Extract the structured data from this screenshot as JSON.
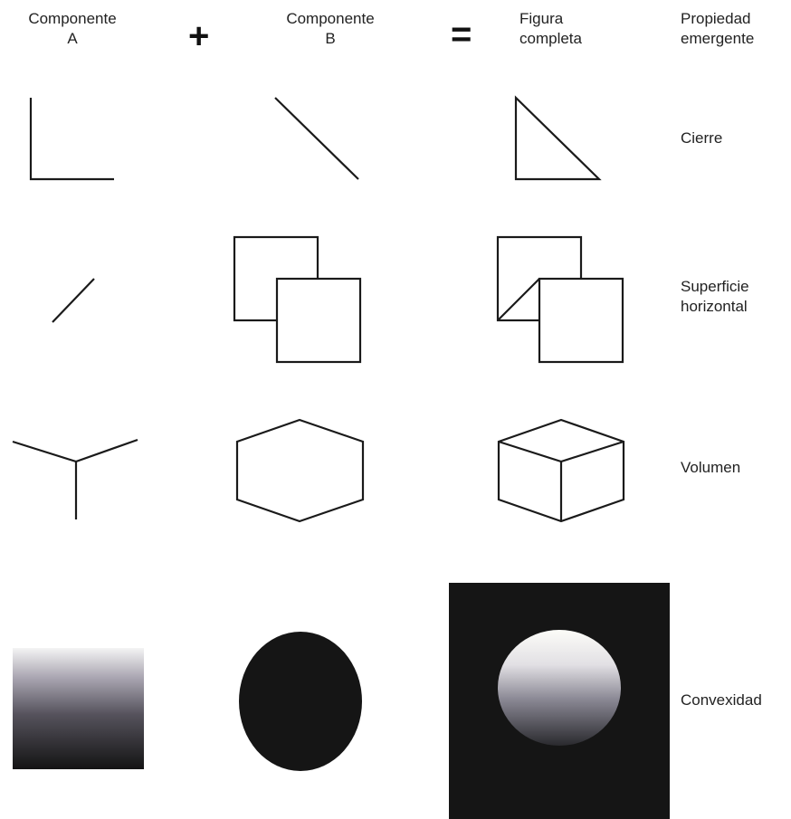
{
  "headers": {
    "component_a": [
      "Componente",
      "A"
    ],
    "plus": "+",
    "component_b": [
      "Componente",
      "B"
    ],
    "equals": "=",
    "complete": [
      "Figura",
      "completa"
    ],
    "property": [
      "Propiedad",
      "emergente"
    ]
  },
  "rows": [
    {
      "property": [
        "Cierre"
      ]
    },
    {
      "property": [
        "Superficie",
        "horizontal"
      ]
    },
    {
      "property": [
        "Volumen"
      ]
    },
    {
      "property": [
        "Convexidad"
      ]
    }
  ],
  "colors": {
    "ink": "#1a1a1a",
    "dark_fill": "#151515",
    "paper": "#ffffff"
  }
}
